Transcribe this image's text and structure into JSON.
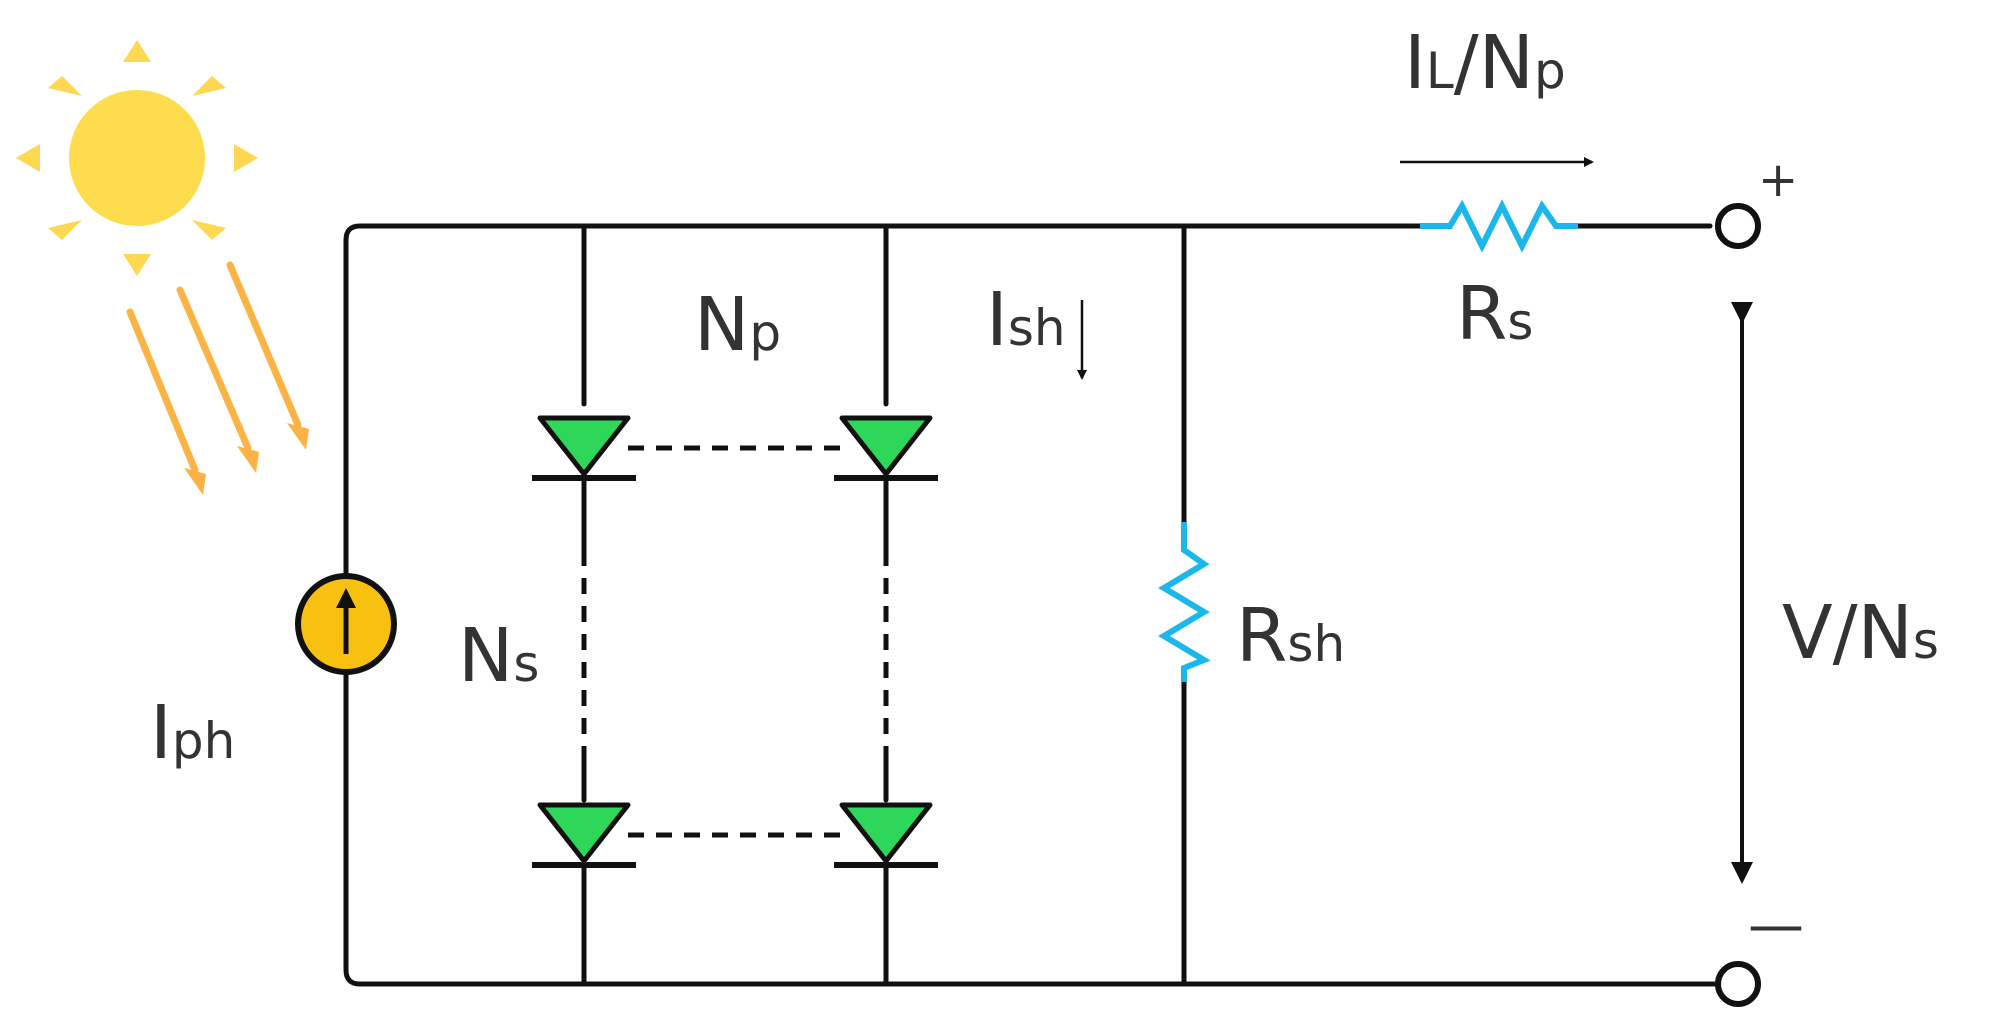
{
  "labels": {
    "i_ph": {
      "main": "I",
      "sub": "ph"
    },
    "n_s": {
      "main": "N",
      "sub": "s"
    },
    "n_p": {
      "main": "N",
      "sub": "p"
    },
    "i_sh": {
      "main": "I",
      "sub": "sh"
    },
    "r_sh": {
      "main": "R",
      "sub": "sh"
    },
    "r_s": {
      "main": "R",
      "sub": "s"
    },
    "i_l": {
      "main1": "I",
      "sub1": "L",
      "mid": "/N",
      "sub2": "p"
    },
    "v_ns": {
      "main": "V/N",
      "sub": "s"
    },
    "plus": "+",
    "minus": "—"
  },
  "colors": {
    "wire": "#111111",
    "resistor": "#1ab7ea",
    "diode_fill": "#2ed65a",
    "source_fill": "#f9c10f",
    "sun_fill": "#fddd4e",
    "sun_ray": "#fdd850",
    "light_arrow": "#fbb345",
    "label": "#333333"
  },
  "icons": {
    "sun": "sun-icon",
    "current_source": "current-source-icon",
    "diode": "diode-icon",
    "resistor": "resistor-icon",
    "terminal": "terminal-icon"
  }
}
